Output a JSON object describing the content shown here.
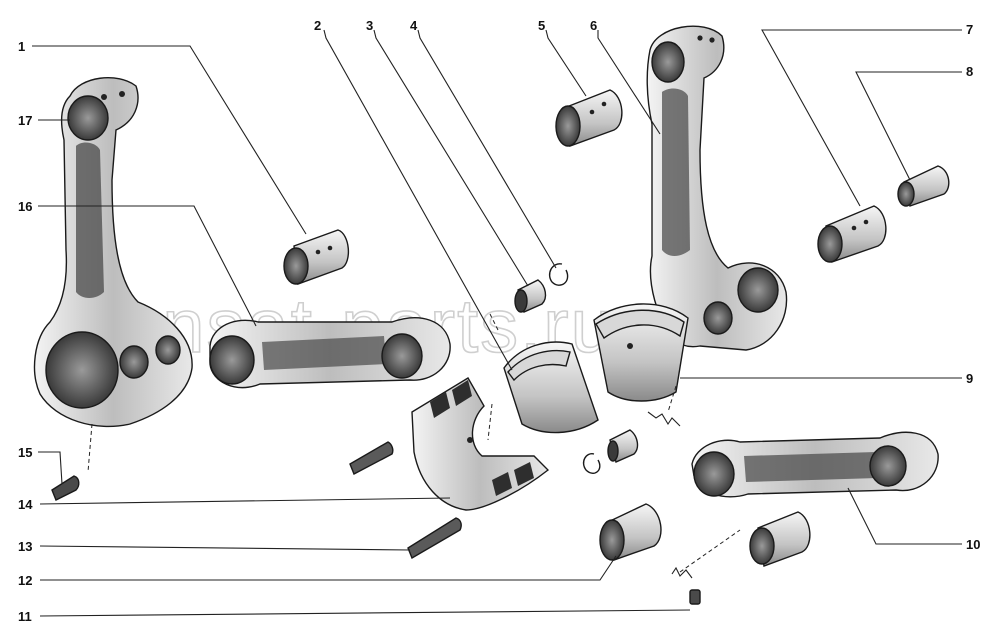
{
  "watermark": "ansat-parts.ru",
  "labels": {
    "l1": "1",
    "l2": "2",
    "l3": "3",
    "l4": "4",
    "l5": "5",
    "l6": "6",
    "l7": "7",
    "l8": "8",
    "l9": "9",
    "l10": "10",
    "l11": "11",
    "l12": "12",
    "l13": "13",
    "l14": "14",
    "l15": "15",
    "l16": "16",
    "l17": "17"
  },
  "colors": {
    "ink": "#1a1a1a",
    "shade": "#6a6a6a",
    "paper": "#ffffff"
  }
}
